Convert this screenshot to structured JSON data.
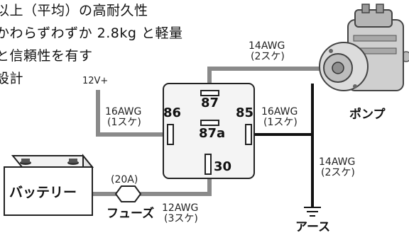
{
  "description_lines": [
    "以上（平均）の高耐久性",
    "かわらずわずか 2.8kg と軽量",
    "と信頼性を有す",
    "設計"
  ],
  "labels": {
    "v12": "12V+",
    "wire_pump_top": [
      "14AWG",
      "(2スケ)"
    ],
    "wire_86": [
      "16AWG",
      "(1スケ)"
    ],
    "wire_85": [
      "16AWG",
      "(1スケ)"
    ],
    "wire_ground": [
      "14AWG",
      "(2スケ)"
    ],
    "wire_30": [
      "12AWG",
      "(3スケ)"
    ],
    "fuse_rating": "(20A)",
    "fuse": "フューズ",
    "battery": "バッテリー",
    "pump": "ポンプ",
    "ground": "アース"
  },
  "relay_terminals": {
    "t87": "87",
    "t87a": "87a",
    "t86": "86",
    "t85": "85",
    "t30": "30"
  },
  "colors": {
    "wire_gray": "#8a8a8a",
    "wire_black": "#111111",
    "relay_fill": "#f4f4f4",
    "relay_border": "#222222"
  }
}
